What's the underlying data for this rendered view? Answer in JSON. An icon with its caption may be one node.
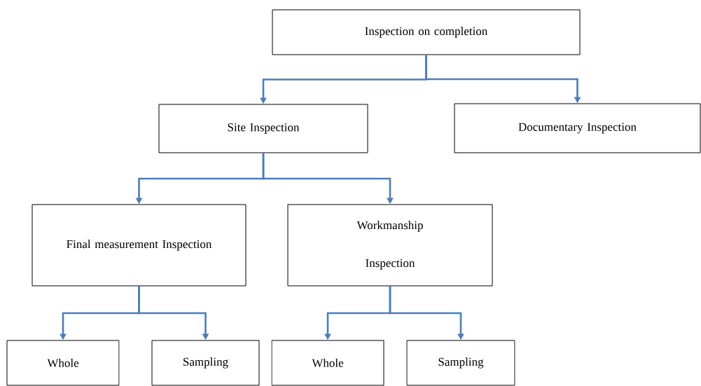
{
  "diagram": {
    "nodes": [
      {
        "text": [
          "Inspection on completion"
        ]
      },
      {
        "text": [
          "Site Inspection"
        ]
      },
      {
        "text": [
          "Documentary Inspection"
        ]
      },
      {
        "text": [
          "Final measurement Inspection"
        ]
      },
      {
        "text": [
          "Workmanship Inspection"
        ]
      },
      {
        "text": [
          "Whole"
        ]
      },
      {
        "text": [
          "Sampling"
        ]
      },
      {
        "text": [
          "Whole"
        ]
      },
      {
        "text": [
          "Sampling"
        ]
      }
    ],
    "edges": [
      {
        "from": 0,
        "to": 1,
        "arrow": "to"
      },
      {
        "from": 0,
        "to": 2,
        "arrow": "to"
      },
      {
        "from": 1,
        "to": 3,
        "arrow": "to"
      },
      {
        "from": 1,
        "to": 4,
        "arrow": "to"
      },
      {
        "from": 3,
        "to": 5,
        "arrow": "to"
      },
      {
        "from": 3,
        "to": 6,
        "arrow": "to"
      },
      {
        "from": 4,
        "to": 7,
        "arrow": "to"
      },
      {
        "from": 4,
        "to": 8,
        "arrow": "to"
      }
    ]
  }
}
